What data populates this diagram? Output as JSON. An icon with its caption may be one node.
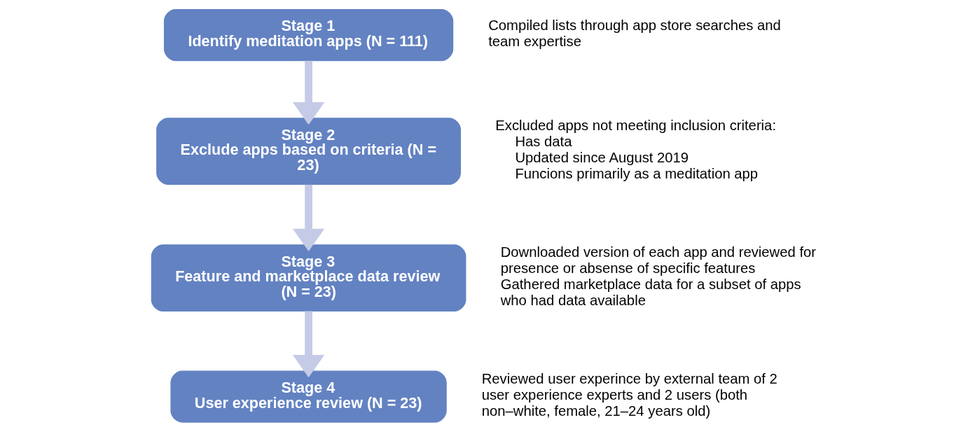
{
  "diagram": {
    "nodes": [
      {
        "text": [
          "Stage 1",
          "Identify meditation apps (N = 111)"
        ],
        "beside": [
          "Compiled lists through app store searches and team expertise"
        ]
      },
      {
        "text": [
          "Stage 2",
          "Exclude apps based on criteria (N = 23)"
        ],
        "beside": [
          "Excluded apps not meeting inclusion criteria:",
          "Has data",
          "Updated since August 2019",
          "Funcions primarily as a meditation app"
        ]
      },
      {
        "text": [
          "Stage 3",
          "Feature and marketplace data review (N = 23)"
        ],
        "beside": [
          "Downloaded version of each app and reviewed for presence or absense of specific features",
          "Gathered marketplace data for a subset of apps who had data available"
        ]
      },
      {
        "text": [
          "Stage 4",
          "User experience review (N = 23)"
        ],
        "beside": [
          "Reviewed user experince by external team of 2 user experience experts and 2 users (both non–white, female, 21–24 years old)"
        ]
      }
    ],
    "edges": [
      {
        "from": 0,
        "to": 1,
        "arrow": "to"
      },
      {
        "from": 1,
        "to": 2,
        "arrow": "to"
      },
      {
        "from": 2,
        "to": 3,
        "arrow": "to"
      }
    ]
  }
}
